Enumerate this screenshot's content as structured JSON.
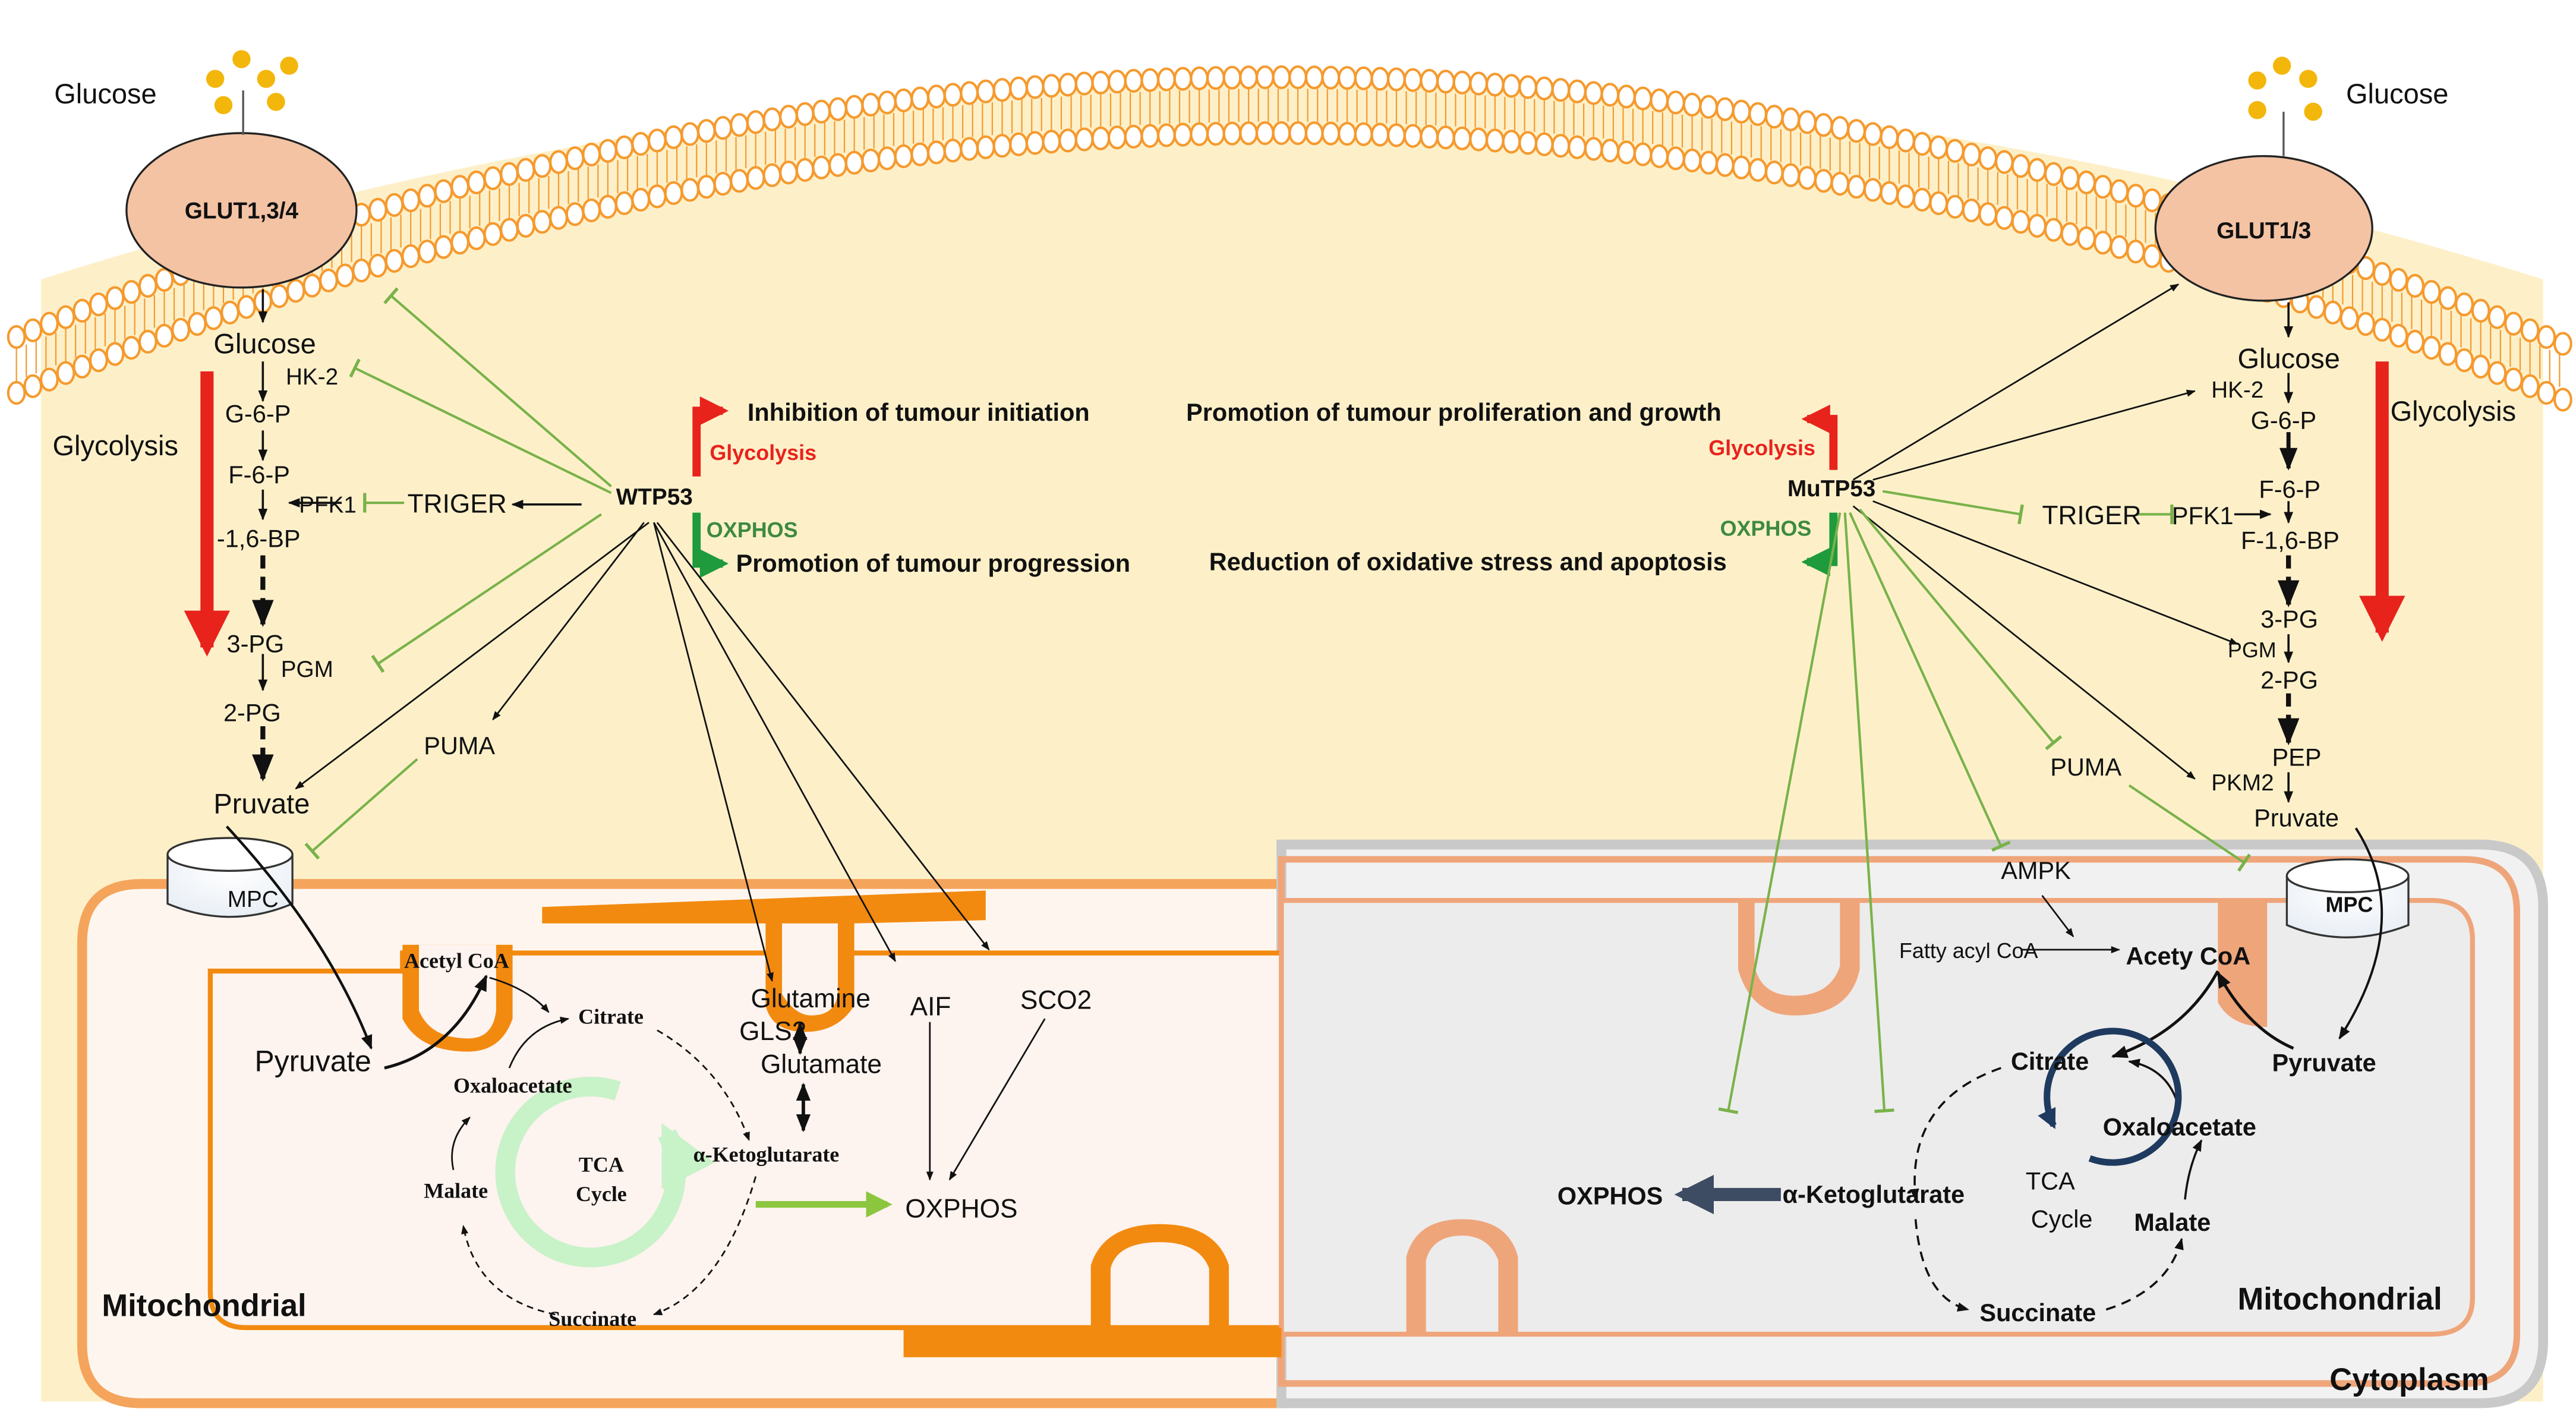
{
  "membrane": {
    "glucose_left": "Glucose",
    "glucose_right": "Glucose",
    "glut_left": "GLUT1,3/4",
    "glut_right": "GLUT1/3"
  },
  "left_glycolysis": {
    "section_label": "Glycolysis",
    "glucose": "Glucose",
    "hk2": "HK-2",
    "g6p": "G-6-P",
    "f6p": "F-6-P",
    "pfk1": "PFK1",
    "triger": "TRIGER",
    "f16bp": "-1,6-BP",
    "pg3": "3-PG",
    "pgm": "PGM",
    "pg2": "2-PG",
    "puma": "PUMA",
    "pyruvate": "Pruvate"
  },
  "right_glycolysis": {
    "section_label": "Glycolysis",
    "glucose": "Glucose",
    "hk2": "HK-2",
    "g6p": "G-6-P",
    "f6p": "F-6-P",
    "triger": "TRIGER",
    "pfk1": "PFK1",
    "f16bp": "F-1,6-BP",
    "pg3": "3-PG",
    "pgm": "PGM",
    "pg2": "2-PG",
    "pep": "PEP",
    "pkm2": "PKM2",
    "puma": "PUMA",
    "pyruvate": "Pruvate",
    "ampk": "AMPK"
  },
  "center": {
    "wtp53": "WTP53",
    "mutp53": "MuTP53",
    "glycolysis_tag": "Glycolysis",
    "oxphos_tag": "OXPHOS",
    "wt_top_effect": "Inhibition of tumour initiation",
    "wt_bottom_effect": "Promotion of tumour progression",
    "mu_top_effect": "Promotion of tumour proliferation and growth",
    "mu_bottom_effect": "Reduction of oxidative stress and apoptosis"
  },
  "left_mito": {
    "mpc": "MPC",
    "pyruvate": "Pyruvate",
    "acetyl_coa": "Acetyl CoA",
    "citrate": "Citrate",
    "oxaloacetate": "Oxaloacetate",
    "malate": "Malate",
    "tca_cycle": "TCA\nCycle",
    "alpha_kg": "α-Ketoglutarate",
    "succinate": "Succinate",
    "glutamine": "Glutamine",
    "gls2": "GLS2",
    "glutamate": "Glutamate",
    "aif": "AIF",
    "sco2": "SCO2",
    "oxphos": "OXPHOS",
    "mitochondrial": "Mitochondrial"
  },
  "right_mito": {
    "mpc": "MPC",
    "fatty_acyl_coa": "Fatty acyl CoA",
    "acety_coa": "Acety CoA",
    "pyruvate": "Pyruvate",
    "citrate": "Citrate",
    "oxaloacetate": "Oxaloacetate",
    "tca": "TCA",
    "cycle": "Cycle",
    "malate": "Malate",
    "alpha_kg": "α-Ketoglutarate",
    "oxphos": "OXPHOS",
    "succinate": "Succinate",
    "mitochondrial": "Mitochondrial",
    "cytoplasm": "Cytoplasm"
  },
  "colors": {
    "cytoplasm": "#fdf0c9",
    "membrane": "#f59a2e",
    "mito_orange": "#f28a0f",
    "mito_salmon": "#efa57a",
    "mito_left_matrix": "#fdf3ef",
    "mito_right_matrix": "#ececec",
    "red": "#e8231c",
    "green": "#1f9a3c",
    "inhibit": "#79b24a",
    "navy": "#1f3a5f"
  }
}
